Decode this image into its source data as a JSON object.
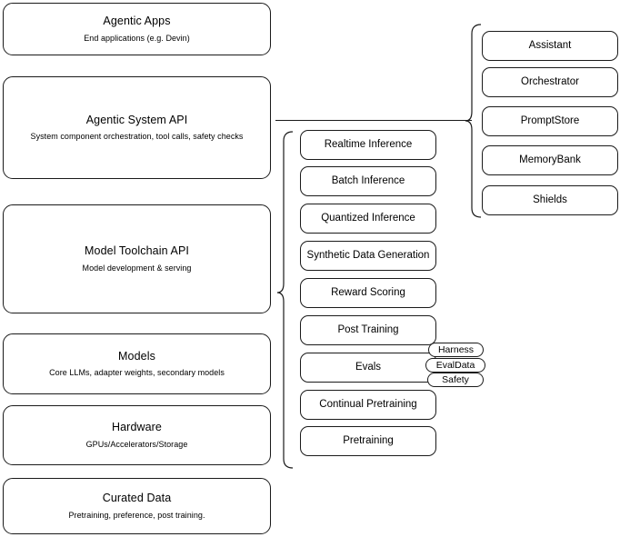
{
  "diagram": {
    "title": "Agentic stack layered architecture",
    "stroke_color": "#1a1a1a",
    "background_color": "#ffffff",
    "layers": [
      {
        "title": "Agentic Apps",
        "subtitle": "End applications (e.g. Devin)"
      },
      {
        "title": "Agentic System API",
        "subtitle": "System component orchestration, tool calls, safety checks"
      },
      {
        "title": "Model Toolchain API",
        "subtitle": "Model development & serving"
      },
      {
        "title": "Models",
        "subtitle": "Core LLMs, adapter weights, secondary models"
      },
      {
        "title": "Hardware",
        "subtitle": "GPUs/Accelerators/Storage"
      },
      {
        "title": "Curated Data",
        "subtitle": "Pretraining, preference, post training."
      }
    ],
    "toolchain_capabilities": [
      {
        "label": "Realtime Inference"
      },
      {
        "label": "Batch Inference"
      },
      {
        "label": "Quantized Inference"
      },
      {
        "label": "Synthetic Data Generation"
      },
      {
        "label": "Reward Scoring"
      },
      {
        "label": "Post Training"
      },
      {
        "label": "Evals"
      },
      {
        "label": "Continual Pretraining"
      },
      {
        "label": "Pretraining"
      }
    ],
    "eval_tags": [
      {
        "label": "Harness"
      },
      {
        "label": "EvalData"
      },
      {
        "label": "Safety"
      }
    ],
    "system_components": [
      {
        "label": "Assistant"
      },
      {
        "label": "Orchestrator"
      },
      {
        "label": "PromptStore"
      },
      {
        "label": "MemoryBank"
      },
      {
        "label": "Shields"
      }
    ]
  }
}
